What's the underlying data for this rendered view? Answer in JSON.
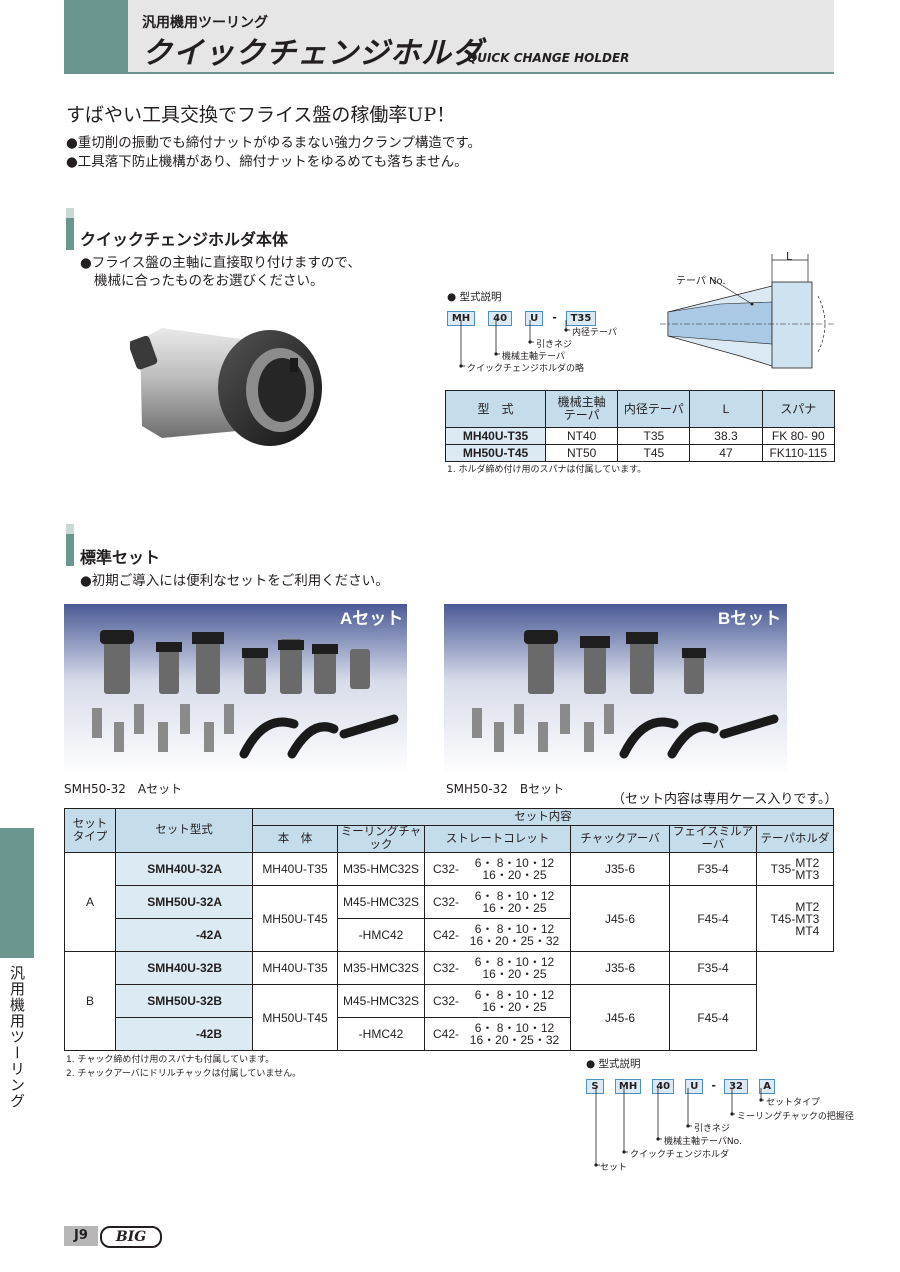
{
  "header": {
    "subtitle": "汎用機用ツーリング",
    "title": "クイックチェンジホルダ",
    "title_en": "QUICK CHANGE HOLDER"
  },
  "intro": {
    "lead": "すばやい工具交換でフライス盤の稼働率UP！",
    "bullets": [
      "●重切削の振動でも締付ナットがゆるまない強力クランプ構造です。",
      "●工具落下防止機構があり、締付ナットをゆるめても落ちません。"
    ]
  },
  "section1": {
    "title": "クイックチェンジホルダ本体",
    "bullet_line1": "●フライス盤の主軸に直接取り付けますので、",
    "bullet_line2": "機械に合ったものをお選びください。",
    "model_title": "● 型式説明",
    "code": [
      "MH",
      "40",
      "U",
      "-",
      "T35"
    ],
    "legend": [
      "内径テーパ",
      "引きネジ",
      "機械主軸テーパ",
      "クイックチェンジホルダの略"
    ],
    "diagram_labels": {
      "taper": "テーパ No.",
      "length": "L"
    },
    "table": {
      "headers": [
        "型　式",
        "機械主軸\nテーパ",
        "内径テーパ",
        "L",
        "スパナ"
      ],
      "rows": [
        [
          "MH40U-T35",
          "NT40",
          "T35",
          "38.3",
          "FK  80-  90"
        ],
        [
          "MH50U-T45",
          "NT50",
          "T45",
          "47",
          "FK110-115"
        ]
      ],
      "note": "1. ホルダ締め付け用のスパナは付属しています。"
    }
  },
  "section2": {
    "title": "標準セット",
    "bullet": "●初期ご導入には便利なセットをご利用ください。",
    "photo_a_label": "Aセット",
    "photo_b_label": "Bセット",
    "caption_a": "SMH50-32　Aセット",
    "caption_b": "SMH50-32　Bセット",
    "case_note": "（セット内容は専用ケース入りです。）",
    "table": {
      "h_type": "セット\nタイプ",
      "h_model": "セット型式",
      "h_contents": "セット内容",
      "h_sub": [
        "本　体",
        "ミーリングチャック",
        "ストレートコレット",
        "チャックアーバ",
        "フェイスミルアーバ",
        "テーパホルダ"
      ],
      "type_a": "A",
      "type_b": "B",
      "a_rows": [
        {
          "model": "SMH40U-32A",
          "body": "MH40U-T35",
          "chuck": "M35-HMC32S",
          "collet_pre": "C32-",
          "collet1": "6・ 8・10・12",
          "collet2": "16・20・25",
          "arbor": "J35-6",
          "face": "F35-4",
          "taper_pre": "T35-",
          "taper": "MT2\nMT3"
        },
        {
          "model": "SMH50U-32A",
          "body": "MH50U-T45",
          "chuck": "M45-HMC32S",
          "collet_pre": "C32-",
          "collet1": "6・ 8・10・12",
          "collet2": "16・20・25",
          "arbor": "J45-6",
          "face": "F45-4",
          "taper_pre": "T45-",
          "taper": "MT2\nMT3\nMT4"
        },
        {
          "model": "-42A",
          "chuck": "-HMC42",
          "collet_pre": "C42-",
          "collet1": "6・ 8・10・12",
          "collet2": "16・20・25・32"
        }
      ],
      "b_rows": [
        {
          "model": "SMH40U-32B",
          "body": "MH40U-T35",
          "chuck": "M35-HMC32S",
          "collet_pre": "C32-",
          "collet1": "6・ 8・10・12",
          "collet2": "16・20・25",
          "arbor": "J35-6",
          "face": "F35-4"
        },
        {
          "model": "SMH50U-32B",
          "body": "MH50U-T45",
          "chuck": "M45-HMC32S",
          "collet_pre": "C32-",
          "collet1": "6・ 8・10・12",
          "collet2": "16・20・25",
          "arbor": "J45-6",
          "face": "F45-4"
        },
        {
          "model": "-42B",
          "chuck": "-HMC42",
          "collet_pre": "C42-",
          "collet1": "6・ 8・10・12",
          "collet2": "16・20・25・32"
        }
      ],
      "notes": [
        "1. チャック締め付け用のスパナも付属しています。",
        "2. チャックアーバにドリルチャックは付属していません。"
      ]
    },
    "model_title": "● 型式説明",
    "code": [
      "S",
      "MH",
      "40",
      "U",
      "-",
      "32",
      "A"
    ],
    "legend": [
      "セットタイプ",
      "ミーリングチャックの把握径",
      "引きネジ",
      "機械主軸テーパNo.",
      "クイックチェンジホルダ",
      "セット"
    ]
  },
  "sidebar": {
    "label": "汎用機用ツーリング"
  },
  "footer": {
    "page": "J9",
    "logo": "BIG"
  },
  "colors": {
    "accent": "#6b9690",
    "table_header": "#c5dceb",
    "photo_bg": "#4a5a96"
  }
}
